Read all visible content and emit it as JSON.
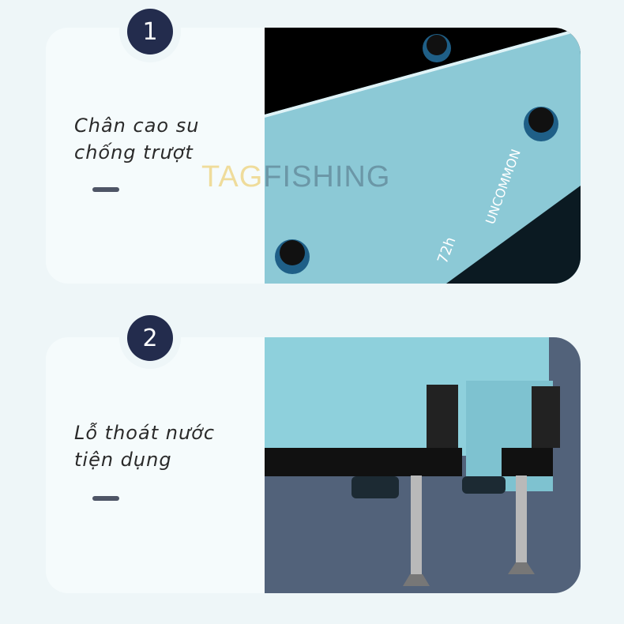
{
  "features": [
    {
      "number": "1",
      "title_line1": "Chân cao su",
      "title_line2": "chống trượt"
    },
    {
      "number": "2",
      "title_line1": "Lỗ thoát nước",
      "title_line2": "tiện dụng"
    }
  ],
  "watermark": {
    "part1": "TAG",
    "part2": "FISHING"
  },
  "product_labels": {
    "brand": "UNCOMMON",
    "hours": "72h"
  },
  "colors": {
    "badge": "#232c4d",
    "product": "#8fcad8",
    "background": "#eef6f8"
  }
}
